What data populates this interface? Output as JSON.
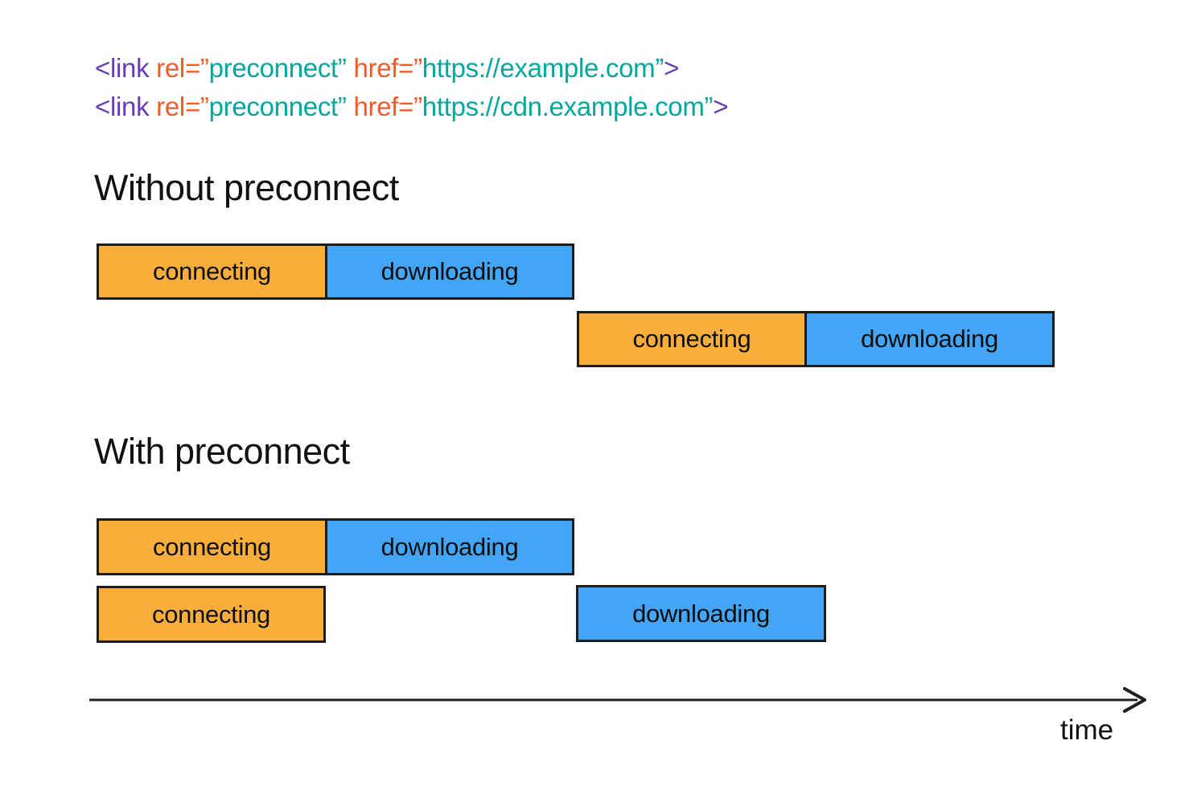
{
  "code": {
    "lines": [
      {
        "tokens": [
          {
            "text": "<link",
            "role": "tag"
          },
          {
            "text": " rel=”",
            "role": "attribute"
          },
          {
            "text": "preconnect”",
            "role": "value"
          },
          {
            "text": " href=”",
            "role": "attribute"
          },
          {
            "text": "https://example.com”",
            "role": "value"
          },
          {
            "text": ">",
            "role": "tag"
          }
        ]
      },
      {
        "tokens": [
          {
            "text": "<link",
            "role": "tag"
          },
          {
            "text": " rel=”",
            "role": "attribute"
          },
          {
            "text": "preconnect”",
            "role": "value"
          },
          {
            "text": " href=”",
            "role": "attribute"
          },
          {
            "text": "https://cdn.example.com”",
            "role": "value"
          },
          {
            "text": ">",
            "role": "tag"
          }
        ]
      }
    ]
  },
  "sections": [
    {
      "title": "Without preconnect",
      "rows": [
        {
          "name": "resource-1",
          "segments": [
            {
              "label": "connecting"
            },
            {
              "label": "downloading"
            }
          ]
        },
        {
          "name": "resource-2",
          "segments": [
            {
              "label": "connecting"
            },
            {
              "label": "downloading"
            }
          ]
        }
      ]
    },
    {
      "title": "With preconnect",
      "rows": [
        {
          "name": "resource-1",
          "segments": [
            {
              "label": "connecting"
            },
            {
              "label": "downloading"
            }
          ]
        },
        {
          "name": "resource-2",
          "segments": [
            {
              "label": "connecting"
            },
            {
              "label": "downloading"
            }
          ]
        }
      ]
    }
  ],
  "axis": {
    "label": "time"
  },
  "colors": {
    "code_purple": "#673ab7",
    "code_orange": "#f15b29",
    "code_teal": "#00a79d",
    "bar_connecting": "#f9ae3c",
    "bar_downloading": "#42a5f5",
    "bar_border": "#1c1c1c",
    "axis_stroke": "#1f1f1f"
  }
}
